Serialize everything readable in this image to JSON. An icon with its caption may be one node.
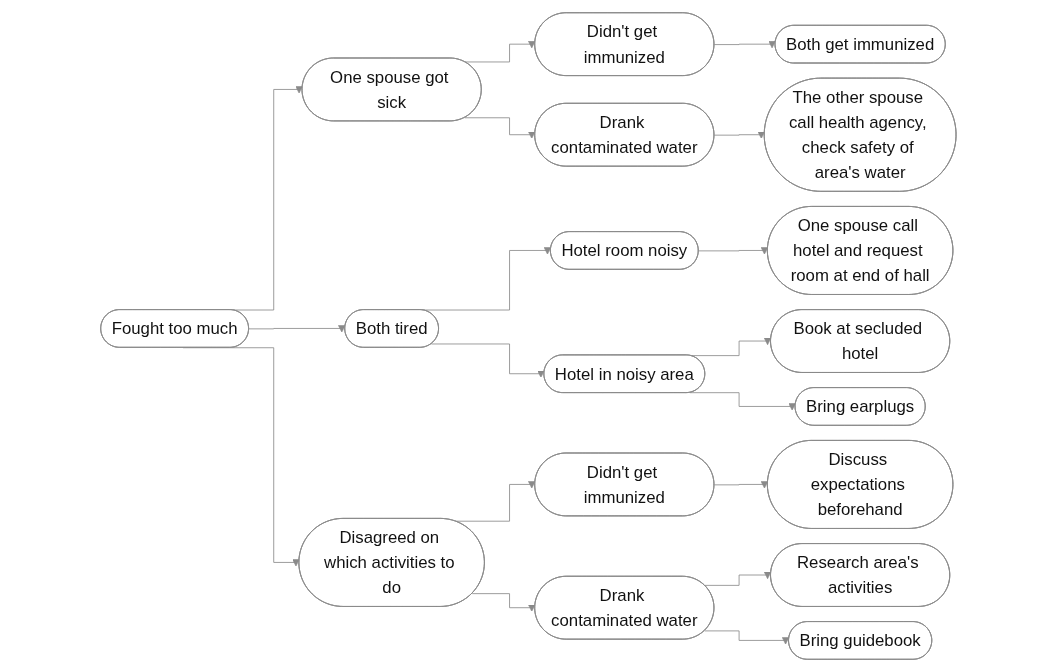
{
  "diagram": {
    "nodes": [
      {
        "text": [
          "Fought too much"
        ]
      },
      {
        "text": [
          "One spouse got sick"
        ]
      },
      {
        "text": [
          "Both tired"
        ]
      },
      {
        "text": [
          "Disagreed on which activities to do"
        ]
      },
      {
        "text": [
          "Didn't get immunized"
        ]
      },
      {
        "text": [
          "Drank contaminated water"
        ]
      },
      {
        "text": [
          "Hotel room noisy"
        ]
      },
      {
        "text": [
          "Hotel in noisy area"
        ]
      },
      {
        "text": [
          "Didn't get immunized"
        ]
      },
      {
        "text": [
          "Drank contaminated water"
        ]
      },
      {
        "text": [
          "Both get immunized"
        ]
      },
      {
        "text": [
          "The other spouse call health agency, check safety of area's water"
        ]
      },
      {
        "text": [
          "One spouse call hotel and request room at end of hall"
        ]
      },
      {
        "text": [
          "Book at secluded hotel"
        ]
      },
      {
        "text": [
          "Bring earplugs"
        ]
      },
      {
        "text": [
          "Discuss expectations beforehand"
        ]
      },
      {
        "text": [
          "Research area's activities"
        ]
      },
      {
        "text": [
          "Bring guidebook"
        ]
      }
    ],
    "edges": [
      {
        "from": 0,
        "to": 1,
        "arrow": "to"
      },
      {
        "from": 0,
        "to": 2,
        "arrow": "to"
      },
      {
        "from": 0,
        "to": 3,
        "arrow": "to"
      },
      {
        "from": 1,
        "to": 4,
        "arrow": "to"
      },
      {
        "from": 1,
        "to": 5,
        "arrow": "to"
      },
      {
        "from": 2,
        "to": 6,
        "arrow": "to"
      },
      {
        "from": 2,
        "to": 7,
        "arrow": "to"
      },
      {
        "from": 3,
        "to": 8,
        "arrow": "to"
      },
      {
        "from": 3,
        "to": 9,
        "arrow": "to"
      },
      {
        "from": 4,
        "to": 10,
        "arrow": "to"
      },
      {
        "from": 5,
        "to": 11,
        "arrow": "to"
      },
      {
        "from": 6,
        "to": 12,
        "arrow": "to"
      },
      {
        "from": 7,
        "to": 13,
        "arrow": "to"
      },
      {
        "from": 7,
        "to": 14,
        "arrow": "to"
      },
      {
        "from": 8,
        "to": 15,
        "arrow": "to"
      },
      {
        "from": 9,
        "to": 16,
        "arrow": "to"
      },
      {
        "from": 9,
        "to": 17,
        "arrow": "to"
      }
    ]
  }
}
